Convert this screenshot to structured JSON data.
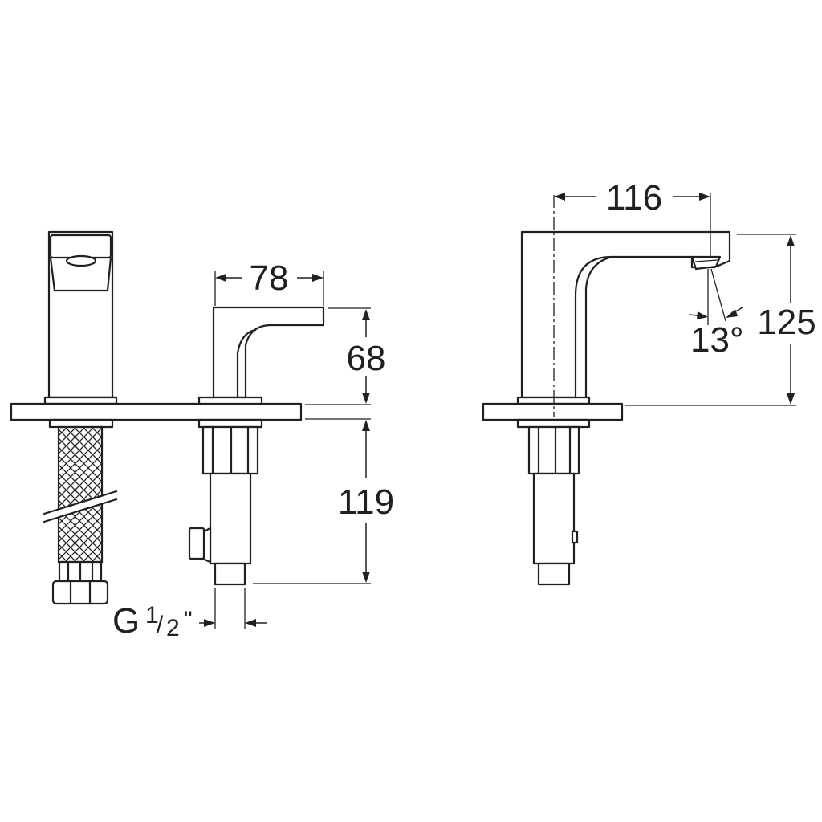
{
  "dimensions": {
    "lever_width": "78",
    "lever_height": "68",
    "valve_body_depth": "119",
    "thread_prefix": "G",
    "thread_num": "1",
    "thread_slash": "/",
    "thread_den": "2",
    "thread_inch": "\"",
    "spout_reach": "116",
    "spout_height": "125",
    "spout_angle": "13°"
  }
}
